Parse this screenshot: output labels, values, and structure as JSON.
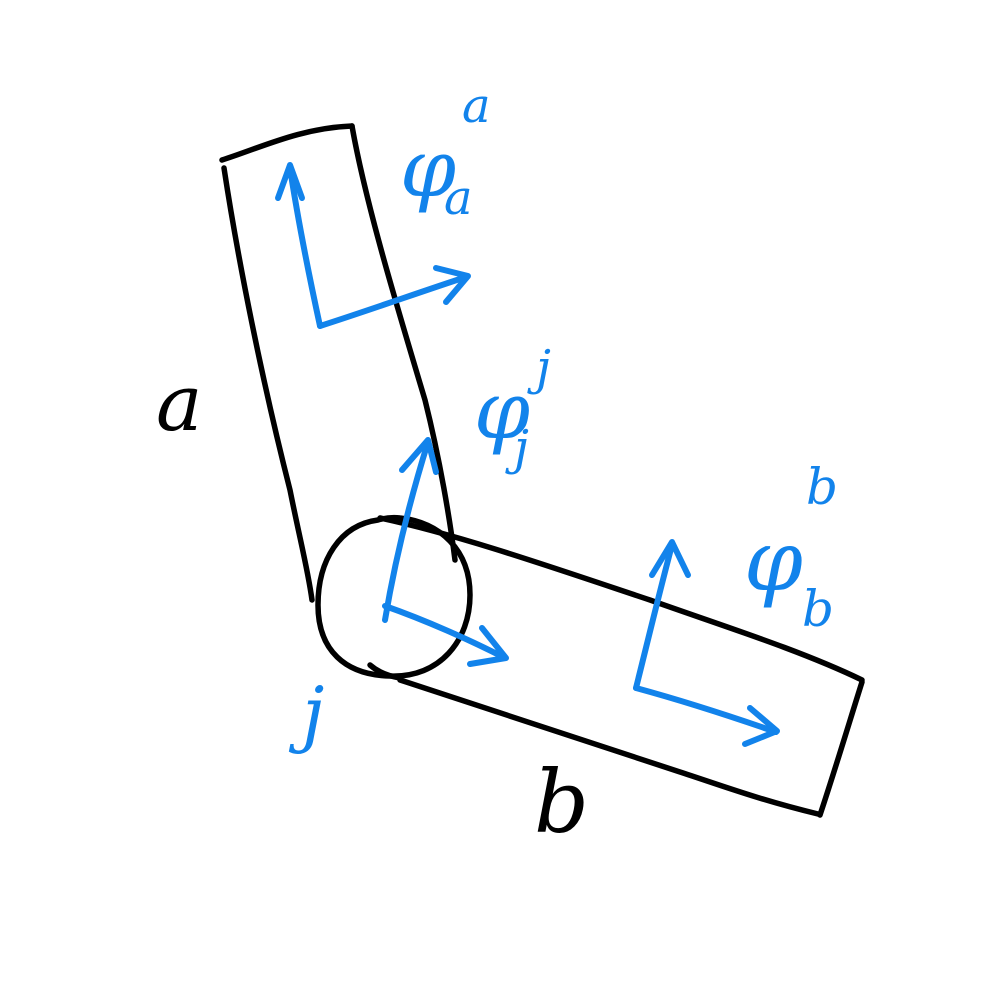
{
  "colors": {
    "ink": "#000000",
    "frame": "#1283eb",
    "background": "#ffffff"
  },
  "labels": {
    "link_a": "a",
    "link_b": "b",
    "joint_j": "j"
  },
  "frames": [
    {
      "symbol": "φ",
      "superscript": "a",
      "subscript": "a"
    },
    {
      "symbol": "φ",
      "superscript": "j",
      "subscript": "j"
    },
    {
      "symbol": "φ",
      "superscript": "b",
      "subscript": "b"
    }
  ]
}
